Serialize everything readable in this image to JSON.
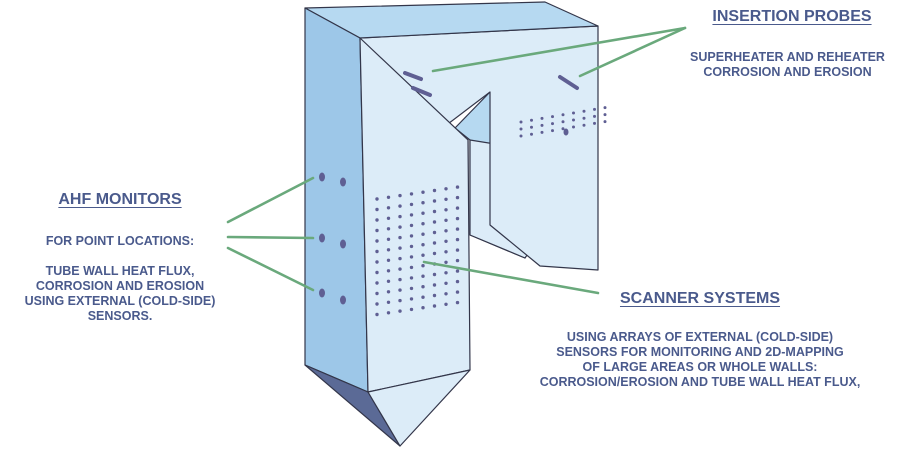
{
  "colors": {
    "face_light": "#dcecf8",
    "face_mid": "#b6d9f1",
    "face_dark": "#9dc7e8",
    "bottom_dark": "#5b6a96",
    "outline": "#33364a",
    "sensor_dot": "#5f5f93",
    "leader_line": "#6aa97c",
    "text": "#4a5a8c"
  },
  "labels": {
    "insertion_probes": {
      "heading": "INSERTION PROBES",
      "lines": [
        "SUPERHEATER AND REHEATER",
        "CORROSION AND EROSION"
      ]
    },
    "ahf_monitors": {
      "heading": "AHF MONITORS",
      "lines": [
        "FOR POINT LOCATIONS:",
        "",
        "TUBE WALL HEAT FLUX,",
        "CORROSION AND EROSION",
        "USING EXTERNAL (COLD-SIDE)",
        "SENSORS."
      ]
    },
    "scanner_systems": {
      "heading": "SCANNER SYSTEMS",
      "lines": [
        "USING ARRAYS OF EXTERNAL (COLD-SIDE)",
        "SENSORS FOR MONITORING AND 2D-MAPPING",
        "OF LARGE AREAS OR WHOLE WALLS:",
        "CORROSION/EROSION AND TUBE WALL HEAT FLUX,"
      ]
    }
  }
}
